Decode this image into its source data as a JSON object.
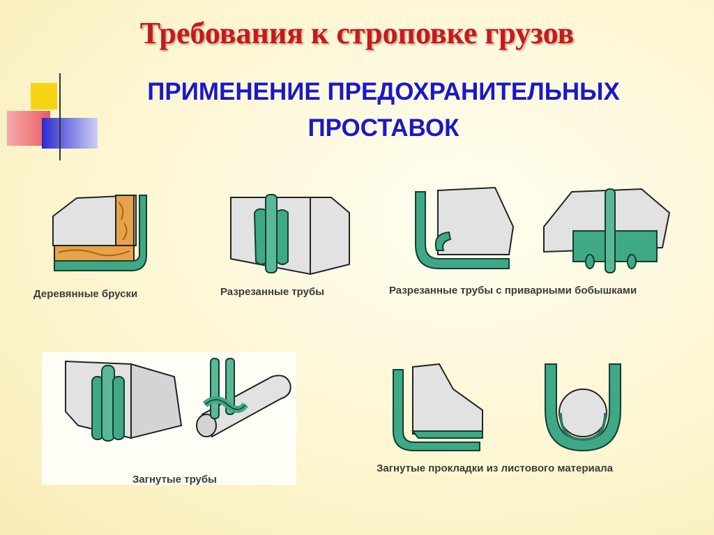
{
  "slide": {
    "title": "Требования к строповке грузов",
    "subtitle_line1": "ПРИМЕНЕНИЕ ПРЕДОХРАНИТЕЛЬНЫХ",
    "subtitle_line2": "ПРОСТАВОК"
  },
  "figures": {
    "wooden_bars": {
      "caption": "Деревянные бруски"
    },
    "split_pipes": {
      "caption": "Разрезанные трубы"
    },
    "split_pipes_bosses": {
      "caption": "Разрезанные трубы с приварными бобышками"
    },
    "bent_pipes": {
      "caption": "Загнутые трубы"
    },
    "bent_sheet_pads": {
      "caption": "Загнутые прокладки из листового материала"
    }
  },
  "colors": {
    "title": "#c8181e",
    "subtitle": "#1919c8",
    "sling": "#3fa886",
    "wood": "#e8a24a",
    "load": "#e2e2e2"
  }
}
